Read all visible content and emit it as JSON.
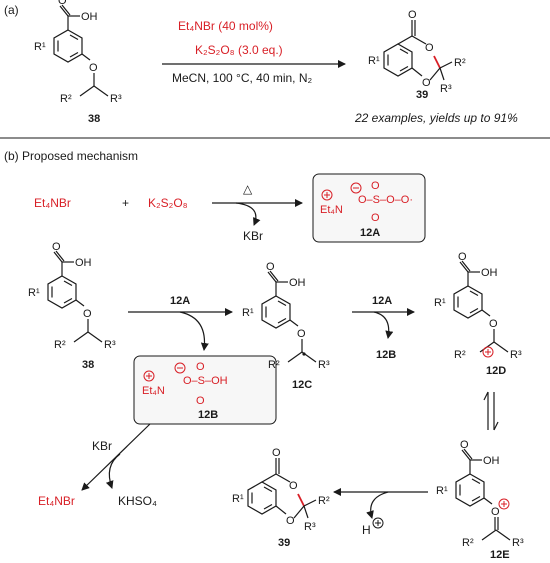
{
  "colors": {
    "red": "#d81f26",
    "ink": "#1a1a1a",
    "bond_red": "#d81f26"
  },
  "part_a": {
    "label": "(a)",
    "start_compound": "38",
    "product": "39",
    "cond_catalyst": "Et₄NBr (40 mol%)",
    "cond_oxidant": "K₂S₂O₈ (3.0 eq.)",
    "cond_general": "MeCN, 100 °C, 40 min, N₂",
    "scope": "22 examples, yields up to 91%"
  },
  "part_b": {
    "label": "(b) Proposed mechanism",
    "reactant1": "Et₄NBr",
    "plus": "+",
    "reactant2": "K₂S₂O₈",
    "heat": "△",
    "byproduct_kbr": "KBr",
    "radical_12A": "12A",
    "anion_12B": "12B",
    "int_12C": "12C",
    "int_12D": "12D",
    "int_12E": "12E",
    "compound_38": "38",
    "compound_39": "39",
    "arrow_label_12A_1": "12A",
    "arrow_label_12A_2": "12A",
    "out_12B": "12B",
    "kbr2": "KBr",
    "regen_et4nbr": "Et₄NBr",
    "khso4": "KHSO₄",
    "proton": "H"
  }
}
